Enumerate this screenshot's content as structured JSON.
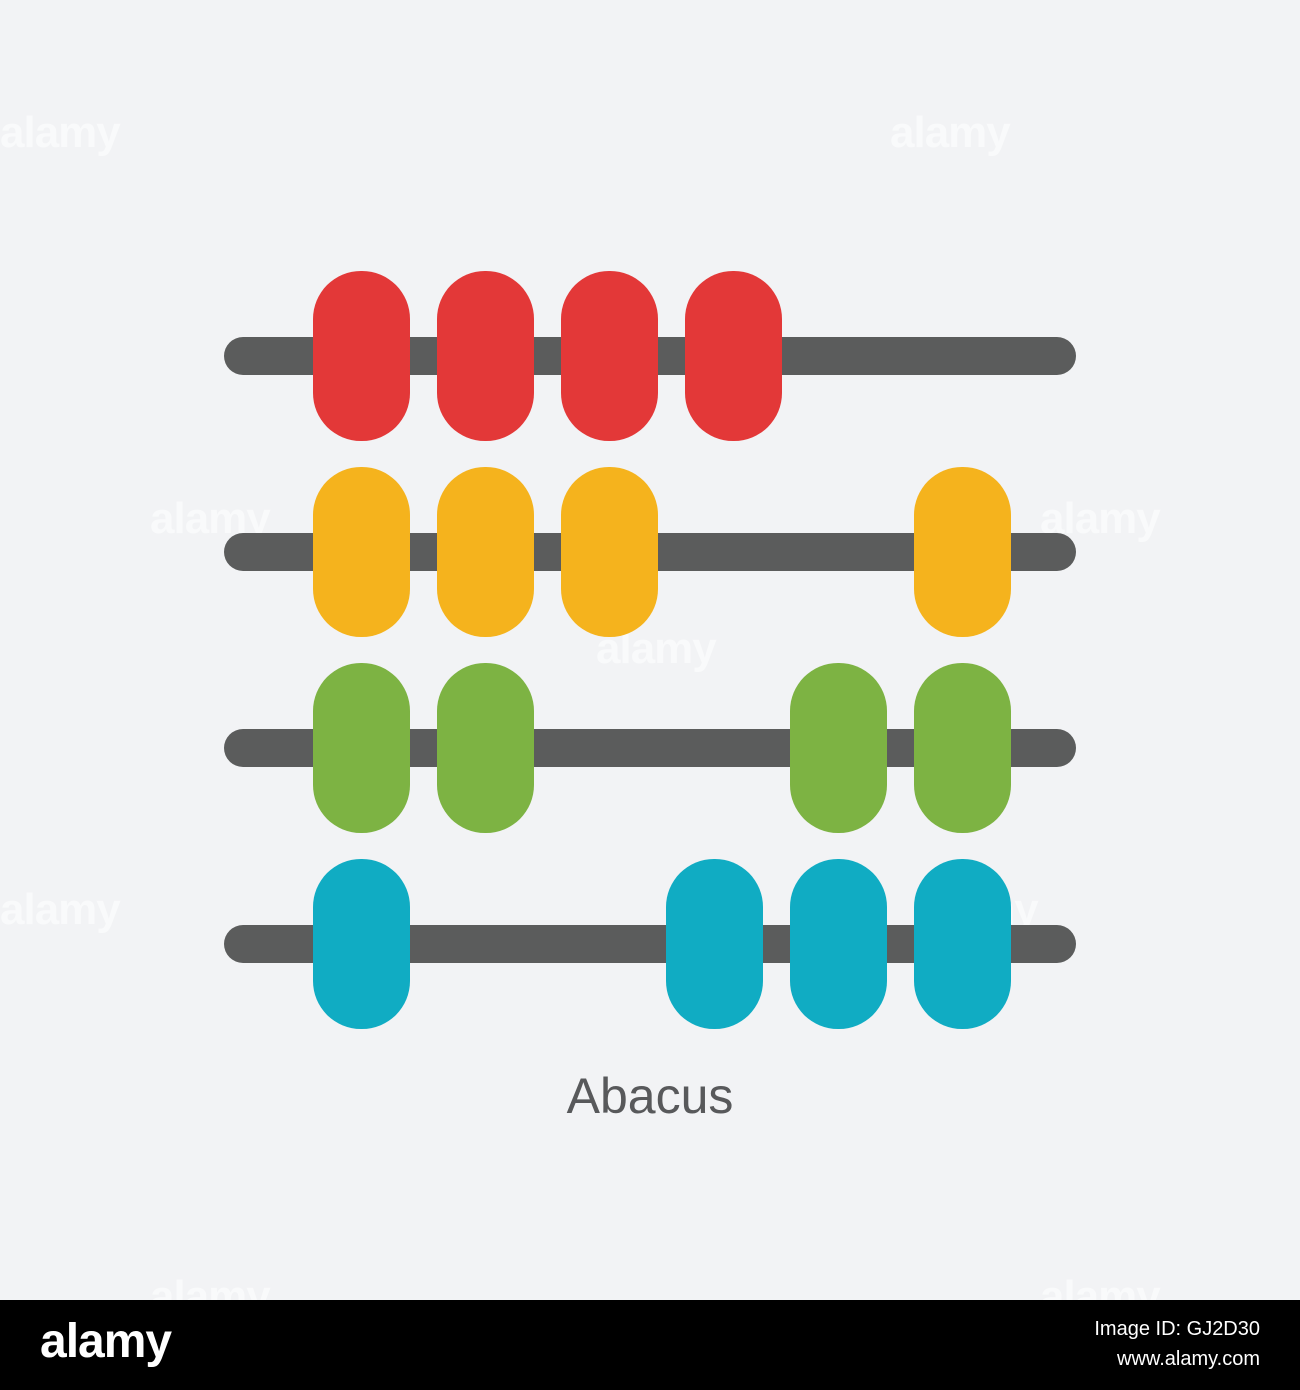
{
  "caption": "Abacus",
  "colors": {
    "background": "#f2f3f5",
    "rod": "#5b5c5c",
    "caption_text": "#58595b",
    "footer": "#000000"
  },
  "rows": [
    {
      "bead_color": "#e33838",
      "bead_count": 4,
      "bead_name": "red-bead"
    },
    {
      "bead_color": "#f5b31d",
      "bead_count": 4,
      "bead_name": "yellow-bead"
    },
    {
      "bead_color": "#7db343",
      "bead_count": 4,
      "bead_name": "green-bead"
    },
    {
      "bead_color": "#10acc3",
      "bead_count": 4,
      "bead_name": "blue-bead"
    }
  ],
  "watermark": {
    "text": "alamy",
    "stock_id_line": "Image ID: GJ2D30",
    "site": "www.alamy.com"
  },
  "footer": {
    "logo": "alamy",
    "image_id_label": "Image ID: GJ2D30",
    "site": "www.alamy.com"
  }
}
